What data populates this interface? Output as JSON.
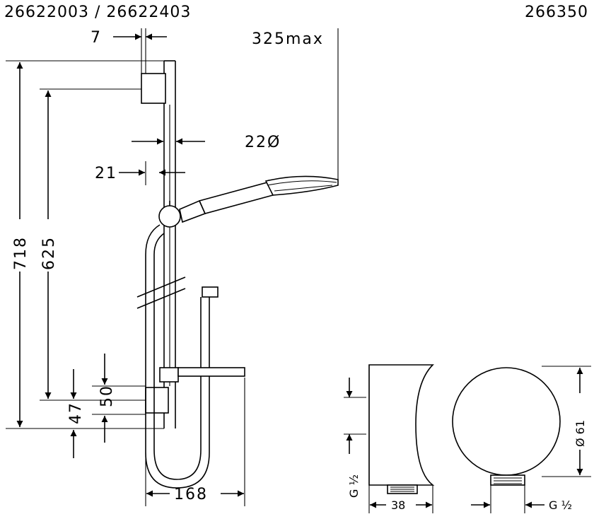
{
  "header": {
    "left_codes": "26622003 / 26622403",
    "right_code": "266350"
  },
  "dimensions": {
    "wall_gap": "7",
    "max_reach": "325max",
    "rail_diameter": "22Ø",
    "rail_offset": "21",
    "total_height": "718",
    "rail_length": "625",
    "bracket_height": "50",
    "bracket_offset": "47",
    "bar_width": "168",
    "outlet_depth": "38",
    "outlet_thread_side": "G ½",
    "outlet_diameter": "Ø 61",
    "outlet_thread_front": "G ½"
  }
}
